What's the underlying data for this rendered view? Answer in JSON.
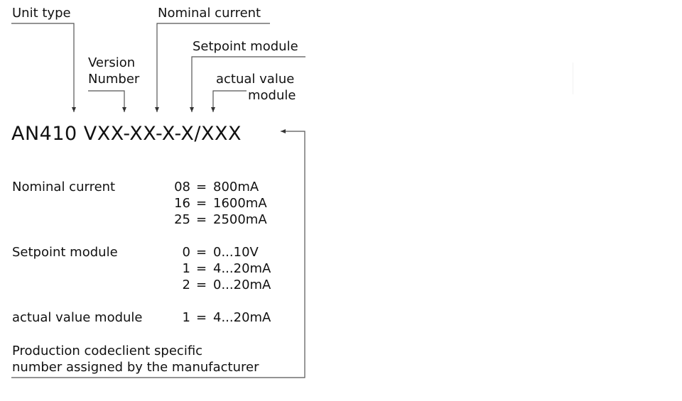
{
  "callouts": {
    "unit_type": "Unit type",
    "version_number_line1": "Version",
    "version_number_line2": "Number",
    "nominal_current": "Nominal current",
    "setpoint_module": "Setpoint module",
    "actual_value_line1": "actual value",
    "actual_value_line2": "module"
  },
  "type_code": "AN410 VXX-XX-X-X/XXX",
  "legend": {
    "nominal_current": {
      "label": "Nominal current",
      "rows": [
        {
          "code": "08",
          "eq": "=",
          "value": "800mA"
        },
        {
          "code": "16",
          "eq": "=",
          "value": "1600mA"
        },
        {
          "code": "25",
          "eq": "=",
          "value": "2500mA"
        }
      ]
    },
    "setpoint_module": {
      "label": "Setpoint module",
      "rows": [
        {
          "code": "0",
          "eq": "=",
          "value": "0...10V"
        },
        {
          "code": "1",
          "eq": "=",
          "value": "4...20mA"
        },
        {
          "code": "2",
          "eq": "=",
          "value": "0...20mA"
        }
      ]
    },
    "actual_value_module": {
      "label": "actual value module",
      "rows": [
        {
          "code": "1",
          "eq": "=",
          "value": "4...20mA"
        }
      ]
    },
    "production_code": {
      "line1": "Production codeclient specific",
      "line2": "number assigned by the manufacturer"
    }
  },
  "colors": {
    "text": "#111111",
    "line": "#555555"
  }
}
